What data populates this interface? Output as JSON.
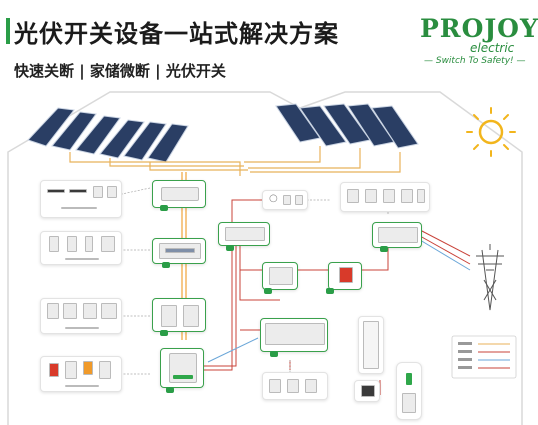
{
  "header": {
    "title": "光伏开关设备一站式解决方案",
    "subtitle": "快速关断 | 家储微断 | 光伏开关"
  },
  "brand": {
    "name": "PROJOY",
    "sub": "electric",
    "slogan": "— Switch To Safety! —"
  },
  "colors": {
    "accent": "#2a9d47",
    "solar_line": "#f0a43a",
    "ac_line": "#c9433a",
    "dc_line": "#e8b25a"
  },
  "icons": [
    "sun-icon",
    "transmission-tower-icon",
    "solar-panel-icon",
    "ev-charger-icon",
    "light-bulb-icon"
  ]
}
